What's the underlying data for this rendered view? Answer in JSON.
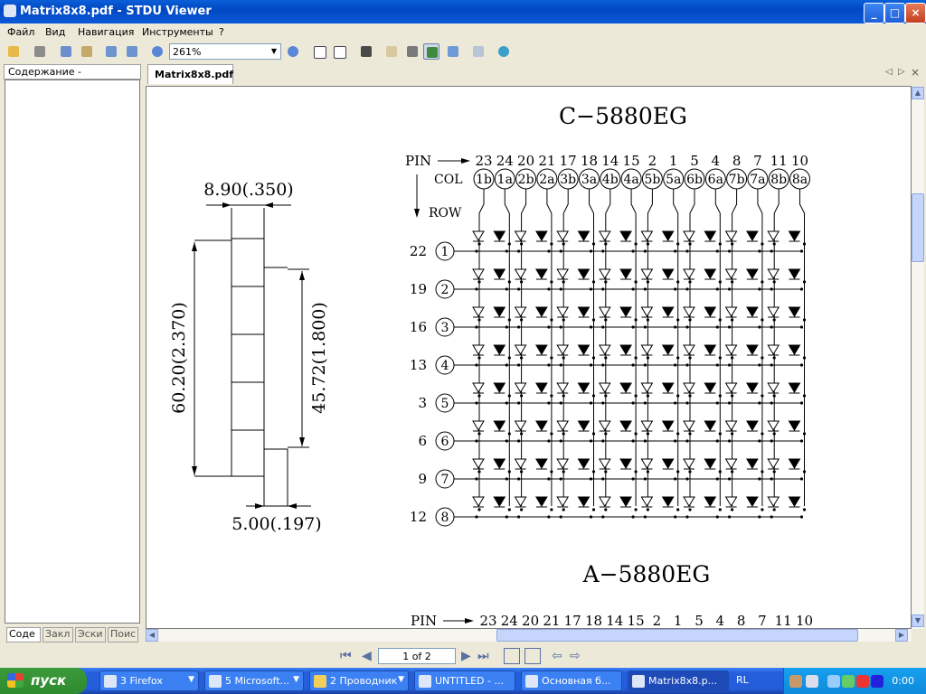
{
  "window": {
    "title": "Matrix8x8.pdf - STDU Viewer",
    "buttons": {
      "minimize": "_",
      "maximize": "□",
      "close": "×"
    }
  },
  "menu": {
    "items": [
      "Файл",
      "Вид",
      "Навигация",
      "Инструменты",
      "?"
    ]
  },
  "toolbar": {
    "zoom": "261%"
  },
  "left_panel": {
    "tab_label": "Содержание - Matrix8x8.pdf",
    "bottom_tabs": [
      "Соде",
      "Закл",
      "Эски",
      "Поис"
    ]
  },
  "document": {
    "tab": "Matrix8x8.pdf",
    "drawing": {
      "title_top": "C−5880EG",
      "title_bottom": "A−5880EG",
      "dim_width": "8.90(.350)",
      "dim_height": "60.20(2.370)",
      "dim_inner": "45.72(1.800)",
      "dim_bottom": "5.00(.197)",
      "label_pin": "PIN",
      "label_col": "COL",
      "label_row": "ROW",
      "pins_top": [
        "23",
        "24",
        "20",
        "21",
        "17",
        "18",
        "14",
        "15",
        "2",
        "1",
        "5",
        "4",
        "8",
        "7",
        "11",
        "10"
      ],
      "cols": [
        "1b",
        "1a",
        "2b",
        "2a",
        "3b",
        "3a",
        "4b",
        "4a",
        "5b",
        "5a",
        "6b",
        "6a",
        "7b",
        "7a",
        "8b",
        "8a"
      ],
      "row_pins": [
        "22",
        "19",
        "16",
        "13",
        "3",
        "6",
        "9",
        "12"
      ],
      "row_nums": [
        "1",
        "2",
        "3",
        "4",
        "5",
        "6",
        "7",
        "8"
      ],
      "pins_bottom": [
        "23",
        "24",
        "20",
        "21",
        "17",
        "18",
        "14",
        "15",
        "2",
        "1",
        "5",
        "4",
        "8",
        "7",
        "11",
        "10"
      ]
    }
  },
  "nav": {
    "page": "1 of 2"
  },
  "taskbar": {
    "start": "пуск",
    "tasks": [
      "3 Firefox",
      "5 Microsoft...",
      "2 Проводник",
      "UNTITLED - ...",
      "Основная б...",
      "Matrix8x8.p..."
    ],
    "lang": "RL",
    "clock": "0:00"
  }
}
